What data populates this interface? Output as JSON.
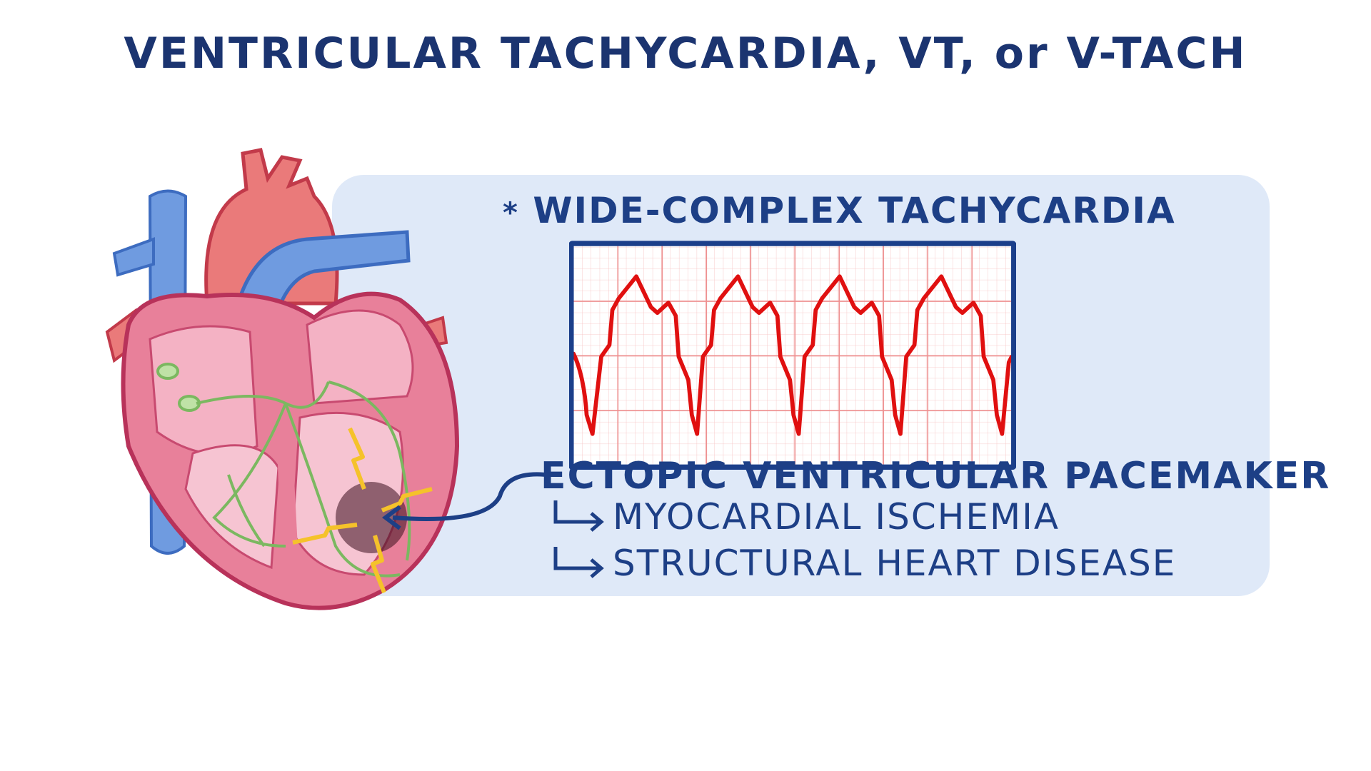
{
  "title": "VENTRICULAR TACHYCARDIA, VT, or V-TACH",
  "panel": {
    "subtitle_bullet": "*",
    "subtitle": "WIDE-COMPLEX TACHYCARDIA",
    "ecg": {
      "trace_color": "#e01010",
      "grid_color": "#f2a0a0",
      "frame_color": "#1b3f8a",
      "beats_shown": 4
    },
    "ectopic_label": "ECTOPIC VENTRICULAR PACEMAKER",
    "causes": [
      {
        "icon": "arrow-return-right-icon",
        "label": "MYOCARDIAL ISCHEMIA"
      },
      {
        "icon": "arrow-return-right-icon",
        "label": "STRUCTURAL HEART DISEASE"
      }
    ]
  },
  "colors": {
    "title": "#1b3470",
    "panel_bg": "#dfe9f8",
    "heart_pink": "#e8809a",
    "vessel_blue": "#6f9be0",
    "artery_red": "#ea6a6a",
    "conduction_green": "#7bb860",
    "impulse_yellow": "#f5c22a"
  }
}
